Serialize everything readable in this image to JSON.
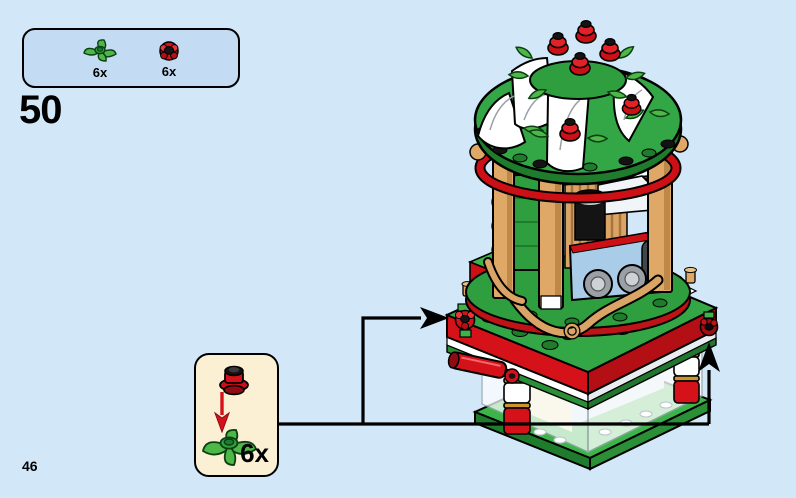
{
  "page": {
    "step_number": "50",
    "page_number": "46"
  },
  "parts_box": {
    "items": [
      {
        "part": "green-plant-3-leaves",
        "count": "6x"
      },
      {
        "part": "red-flower-plate",
        "count": "6x"
      }
    ]
  },
  "callout": {
    "count": "6x",
    "top_part": "red-flower-plate",
    "bottom_part": "green-plant-3-leaves"
  },
  "model": {
    "subject": "carousel-assembly-step"
  },
  "colors": {
    "background": "#d2e8f8",
    "parts_box_fill": "#c3dcf3",
    "callout_fill": "#fbf0d4",
    "lego_red": "#d5121a",
    "lego_green": "#33a646",
    "lego_tan": "#dfa867"
  }
}
